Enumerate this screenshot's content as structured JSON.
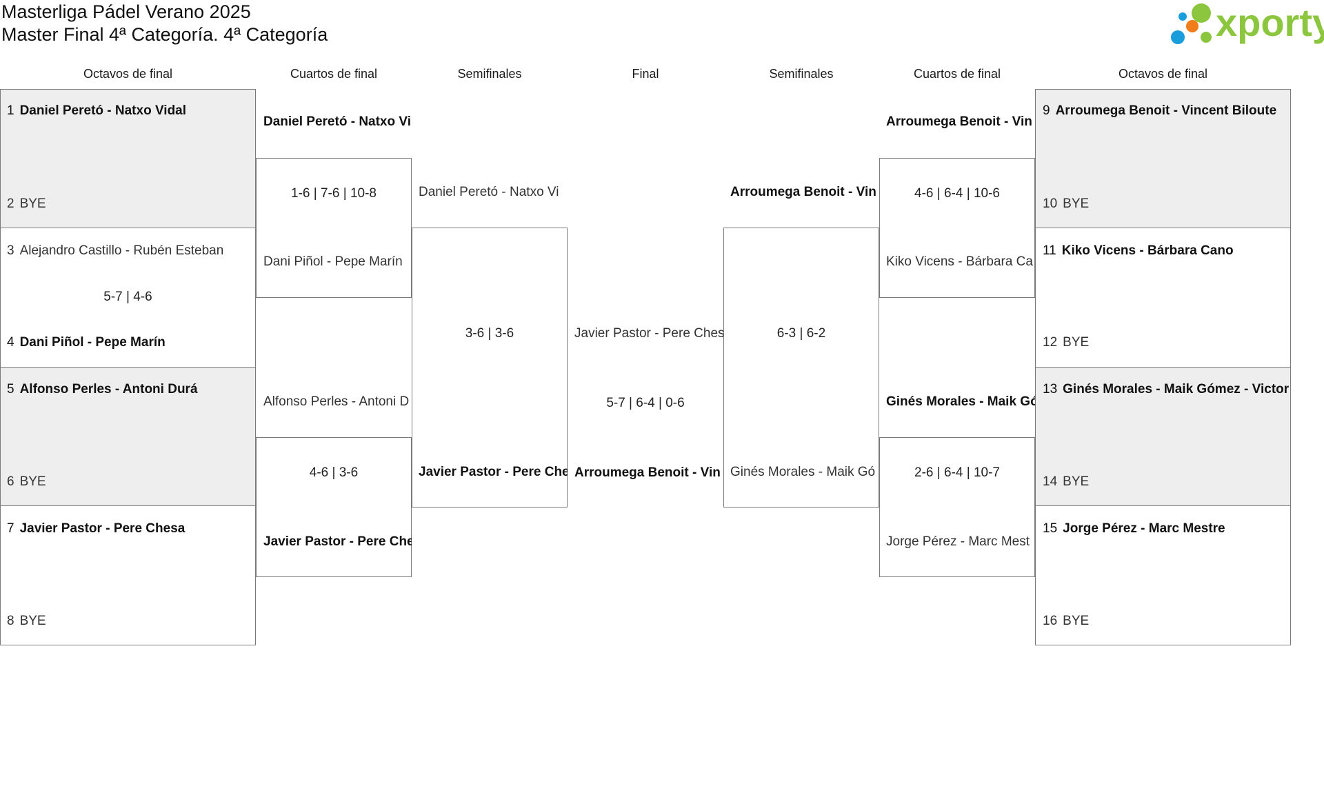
{
  "header": {
    "title": "Masterliga Pádel Verano 2025",
    "subtitle": "Master Final 4ª Categoría. 4ª Categoría"
  },
  "logo": {
    "text": "xporty",
    "colors": {
      "green": "#8cc63f",
      "orange": "#f07d1a",
      "blue": "#1a9ddb"
    }
  },
  "rounds": {
    "left_r16": "Octavos de final",
    "left_qf": "Cuartos de final",
    "left_sf": "Semifinales",
    "final": "Final",
    "right_sf": "Semifinales",
    "right_qf": "Cuartos de final",
    "right_r16": "Octavos de final"
  },
  "r16_left": [
    {
      "seed_a": "1",
      "team_a": "Daniel Peretó - Natxo Vidal",
      "seed_b": "2",
      "team_b": "BYE",
      "score": ""
    },
    {
      "seed_a": "3",
      "team_a": "Alejandro Castillo - Rubén Esteban",
      "seed_b": "4",
      "team_b": "Dani Piñol - Pepe Marín",
      "score": "5-7 | 4-6"
    },
    {
      "seed_a": "5",
      "team_a": "Alfonso Perles - Antoni Durá",
      "seed_b": "6",
      "team_b": "BYE",
      "score": ""
    },
    {
      "seed_a": "7",
      "team_a": "Javier Pastor - Pere Chesa",
      "seed_b": "8",
      "team_b": "BYE",
      "score": ""
    }
  ],
  "r16_right": [
    {
      "seed_a": "9",
      "team_a": "Arroumega Benoit - Vincent Biloute",
      "seed_b": "10",
      "team_b": "BYE",
      "score": ""
    },
    {
      "seed_a": "11",
      "team_a": "Kiko Vicens - Bárbara Cano",
      "seed_b": "12",
      "team_b": "BYE",
      "score": ""
    },
    {
      "seed_a": "13",
      "team_a": "Ginés Morales - Maik Gómez - Victor C",
      "seed_b": "14",
      "team_b": "BYE",
      "score": ""
    },
    {
      "seed_a": "15",
      "team_a": "Jorge Pérez - Marc Mestre",
      "seed_b": "16",
      "team_b": "BYE",
      "score": ""
    }
  ],
  "qf_left": [
    {
      "team_a": "Daniel Peretó - Natxo Vi",
      "team_b": "Dani Piñol - Pepe Marín",
      "score": "1-6 | 7-6 | 10-8"
    },
    {
      "team_a": "Alfonso Perles - Antoni D",
      "team_b": "Javier Pastor - Pere Che",
      "score": "4-6 | 3-6"
    }
  ],
  "qf_right": [
    {
      "team_a": "Arroumega Benoit - Vin",
      "team_b": "Kiko Vicens - Bárbara Ca",
      "score": "4-6 | 6-4 | 10-6"
    },
    {
      "team_a": "Ginés Morales - Maik Gó",
      "team_b": "Jorge Pérez - Marc Mest",
      "score": "2-6 | 6-4 | 10-7"
    }
  ],
  "sf_left": {
    "team_a": "Daniel Peretó - Natxo Vi",
    "team_b": "Javier Pastor - Pere Che",
    "score": "3-6 | 3-6"
  },
  "sf_right": {
    "team_a": "Arroumega Benoit - Vin",
    "team_b": "Ginés Morales - Maik Gó",
    "score": "6-3 | 6-2"
  },
  "final": {
    "team_a": "Javier Pastor - Pere Ches",
    "team_b": "Arroumega Benoit - Vin",
    "score": "5-7 | 6-4 | 0-6"
  }
}
